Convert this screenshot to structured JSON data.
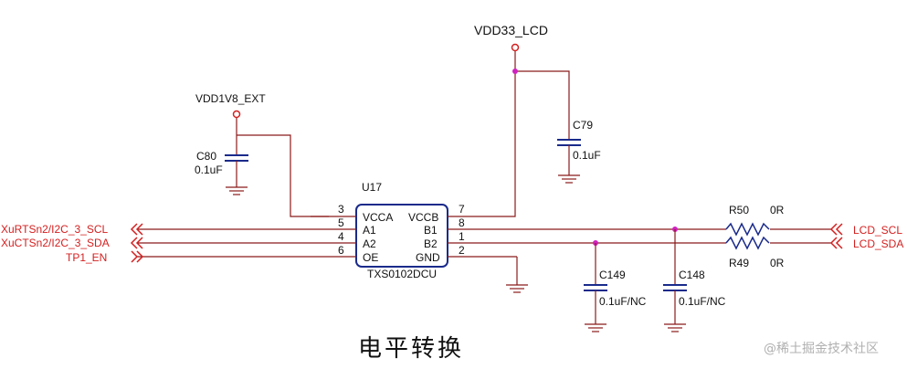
{
  "power": {
    "vdd1v8": "VDD1V8_EXT",
    "vdd33": "VDD33_LCD"
  },
  "caps": {
    "c80": {
      "ref": "C80",
      "value": "0.1uF"
    },
    "c79": {
      "ref": "C79",
      "value": "0.1uF"
    },
    "c149": {
      "ref": "C149",
      "value": "0.1uF/NC"
    },
    "c148": {
      "ref": "C148",
      "value": "0.1uF/NC"
    }
  },
  "chip": {
    "ref": "U17",
    "part": "TXS0102DCU",
    "left_pins": [
      {
        "num": "3",
        "name": "VCCA"
      },
      {
        "num": "5",
        "name": "A1"
      },
      {
        "num": "4",
        "name": "A2"
      },
      {
        "num": "6",
        "name": "OE"
      }
    ],
    "right_pins": [
      {
        "num": "7",
        "name": "VCCB"
      },
      {
        "num": "8",
        "name": "B1"
      },
      {
        "num": "1",
        "name": "B2"
      },
      {
        "num": "2",
        "name": "GND"
      }
    ]
  },
  "resistors": {
    "r50": {
      "ref": "R50",
      "value": "0R"
    },
    "r49": {
      "ref": "R49",
      "value": "0R"
    }
  },
  "nets_left": {
    "scl": "XuRTSn2/I2C_3_SCL",
    "sda": "XuCTSn2/I2C_3_SDA",
    "tp": "TP1_EN"
  },
  "nets_right": {
    "scl": "LCD_SCL",
    "sda": "LCD_SDA"
  },
  "caption": "电平转换",
  "watermark": "@稀土掘金技术社区",
  "colors": {
    "wire": "#8b1a1a",
    "component": "#1a2a8b",
    "net_label": "#d42020",
    "junction": "#d020c0"
  }
}
